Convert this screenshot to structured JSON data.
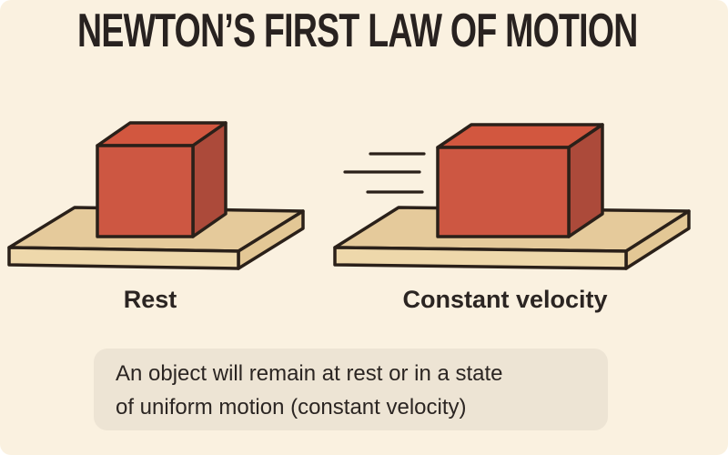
{
  "title": "NEWTON’S FIRST LAW OF MOTION",
  "scenes": [
    {
      "label": "Rest",
      "object": "red cube at rest on wooden plank"
    },
    {
      "label": "Constant velocity",
      "object": "red box moving on wooden plank with speed lines"
    }
  ],
  "caption": {
    "line1": "An object will remain at rest or in a state",
    "line2": "of uniform motion (constant velocity)"
  },
  "colors": {
    "background": "#FAF1E0",
    "panel": "#EDE4D4",
    "text": "#2B2522",
    "outline": "#2A2019",
    "cube_front": "#CD5742",
    "cube_top": "#D2573F",
    "cube_side": "#AC4A3A",
    "plank_top": "#E5CA9B",
    "plank_front": "#EED8AB",
    "plank_side": "#E3C795"
  }
}
